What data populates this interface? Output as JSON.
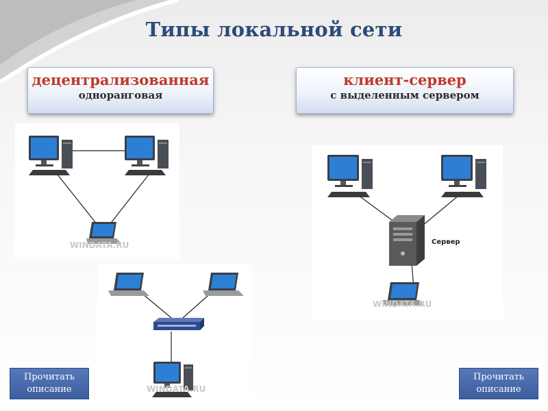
{
  "title": "Типы локальной сети",
  "types": {
    "peer": {
      "main": "децентрализованная",
      "sub": "одноранговая"
    },
    "client_server": {
      "main": "клиент-сервер",
      "sub": "с  выделенным  сервером"
    }
  },
  "server_label": "Сервер",
  "watermark": "WINDATA.RU",
  "read_button": "Прочитать описание",
  "colors": {
    "title": "#2e4a78",
    "type_main": "#c0392b",
    "button": "#4a6cad"
  }
}
